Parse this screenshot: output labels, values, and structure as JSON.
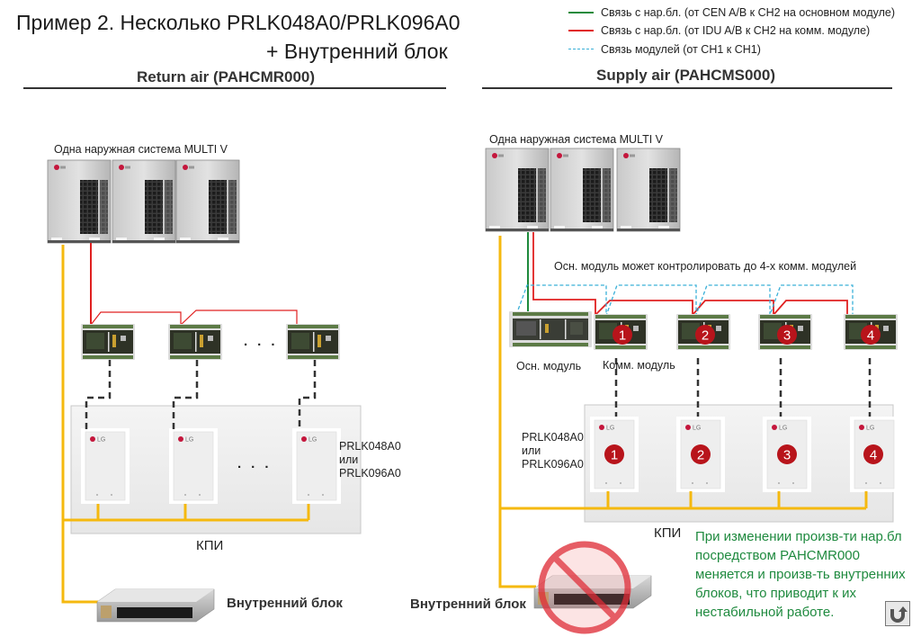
{
  "header": {
    "title_line1": "Пример 2. Несколько PRLK048A0/PRLK096A0",
    "title_line2": "+ Внутренний блок"
  },
  "legend": {
    "items": [
      {
        "label": "Связь с нар.бл. (от CEN A/B к CH2 на основном модуле)",
        "color": "#1e8a3c",
        "style": "solid"
      },
      {
        "label": "Связь с нар.бл. (от IDU A/B к CH2 на комм. модуле)",
        "color": "#e02020",
        "style": "solid"
      },
      {
        "label": "Связь модулей (от CH1 к CH1)",
        "color": "#3ab0d8",
        "style": "dashed"
      }
    ]
  },
  "left": {
    "section_title": "Return air (PAHCMR000)",
    "outdoor_label": "Одна наружная система MULTI V",
    "model_label": [
      "PRLK048A0",
      "или",
      "PRLK096A0"
    ],
    "kpi_label": "КПИ",
    "indoor_label": "Внутренний блок",
    "ellipsis": "· · ·"
  },
  "right": {
    "section_title": "Supply air (PAHCMS000)",
    "outdoor_label": "Одна наружная система MULTI V",
    "control_note": "Осн. модуль может контролировать до 4-х комм. модулей",
    "main_module_label": "Осн. модуль",
    "comm_module_label": "Комм. модуль",
    "module_numbers": [
      "1",
      "2",
      "3",
      "4"
    ],
    "model_label": [
      "PRLK048A0",
      "или",
      "PRLK096A0"
    ],
    "kpi_label": "КПИ",
    "indoor_label": "Внутренний блок",
    "warning_lines": [
      "При изменении произв-ти нар.бл",
      "посредством PAHCMR000",
      "меняется и произв-ть внутренних",
      "блоков, что приводит к их",
      "нестабильной работе."
    ]
  },
  "colors": {
    "green_line": "#1e8a3c",
    "red_line": "#e02020",
    "cyan_dashed": "#3ab0d8",
    "power_line": "#f5b90f",
    "badge": "#b8141b",
    "warning_text": "#1f8a3f"
  },
  "nav": {
    "return_icon": "return-arrow-icon"
  }
}
